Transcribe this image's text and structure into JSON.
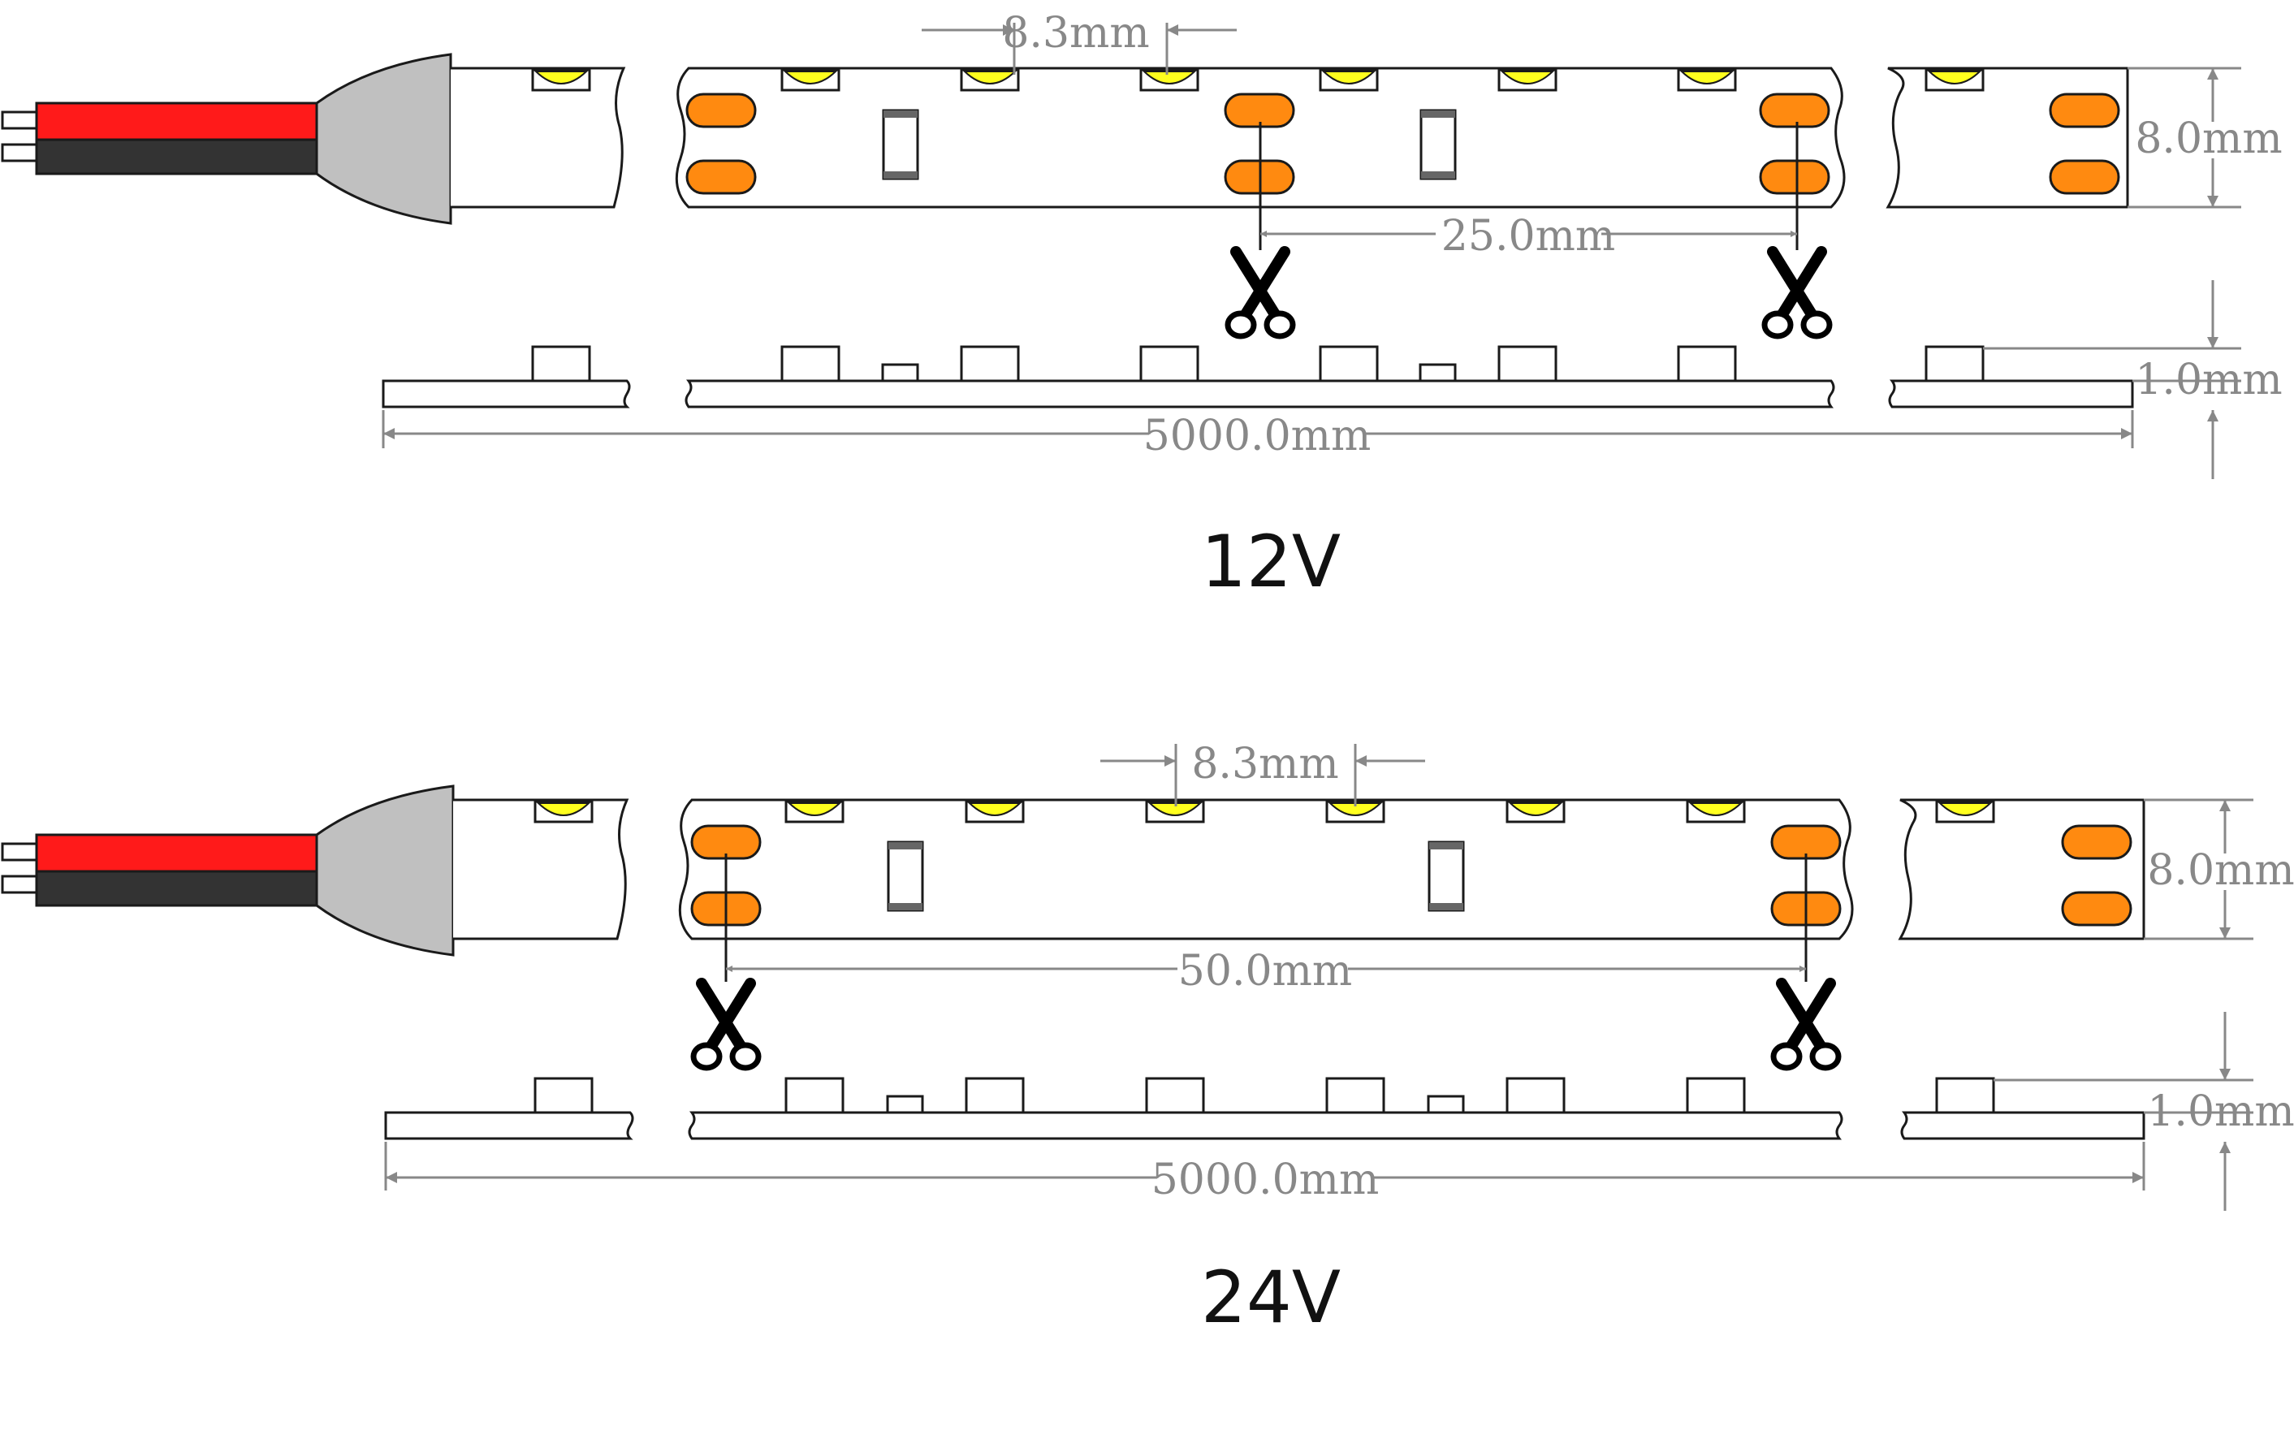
{
  "diagrams": [
    {
      "key": "v12",
      "voltage_label": "12V",
      "led_pitch_label": "8.3mm",
      "cut_interval_label": "25.0mm",
      "width_label": "8.0mm",
      "thickness_label": "1.0mm",
      "total_length_label": "5000.0mm"
    },
    {
      "key": "v24",
      "voltage_label": "24V",
      "led_pitch_label": "8.3mm",
      "cut_interval_label": "50.0mm",
      "width_label": "8.0mm",
      "thickness_label": "1.0mm",
      "total_length_label": "5000.0mm"
    }
  ],
  "colors": {
    "wire_red": "#ff1a1a",
    "wire_black": "#333333",
    "connector_gray": "#c0c0c0",
    "led_yellow": "#ffff1e",
    "solder_pad_orange": "#ff8a10",
    "dimension_gray": "#888888",
    "outline": "#1a1a1a"
  },
  "icons": {
    "cut_mark": "scissors-icon"
  }
}
